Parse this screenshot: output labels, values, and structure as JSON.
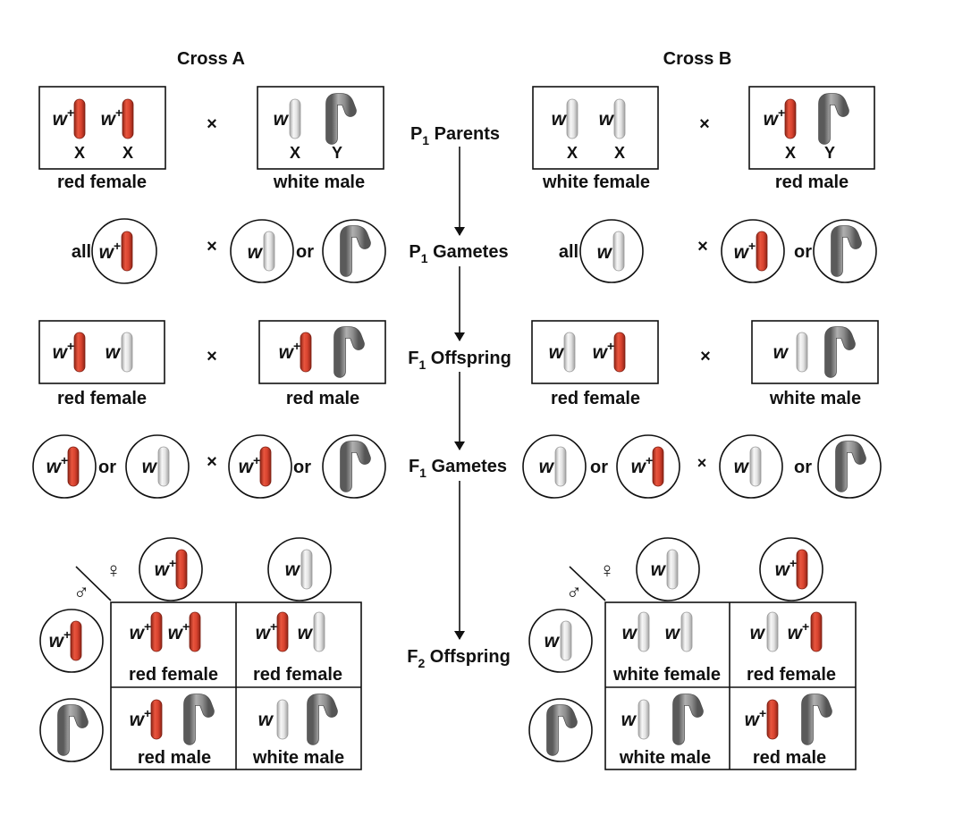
{
  "palette": {
    "red": "#d9432f",
    "white_chr": "#d6d6d6",
    "y_chr": "#8c8c8c"
  },
  "icons": {
    "x_red": "red-x-chromosome-icon",
    "x_white": "white-x-chromosome-icon",
    "y": "y-chromosome-icon",
    "arrow": "down-arrow-icon",
    "male": "male-symbol-icon",
    "female": "female-symbol-icon"
  },
  "labels": {
    "cross_a": "Cross A",
    "cross_b": "Cross B",
    "allele_w": "w",
    "allele_plus": "+",
    "chrom_x": "X",
    "chrom_y": "Y",
    "times": "×",
    "or": "or",
    "all": "all",
    "male_symbol": "♂",
    "female_symbol": "♀"
  },
  "stages": {
    "p": {
      "letter": "P",
      "sub": "1",
      "word": "Parents"
    },
    "pg": {
      "letter": "P",
      "sub": "1",
      "word": "Gametes"
    },
    "f1": {
      "letter": "F",
      "sub": "1",
      "word": "Offspring"
    },
    "f1g": {
      "letter": "F",
      "sub": "1",
      "word": "Gametes"
    },
    "f2": {
      "letter": "F",
      "sub": "2",
      "word": "Offspring"
    }
  },
  "phenotypes": {
    "red_female": "red female",
    "white_male": "white male",
    "white_female": "white female",
    "red_male": "red male"
  }
}
